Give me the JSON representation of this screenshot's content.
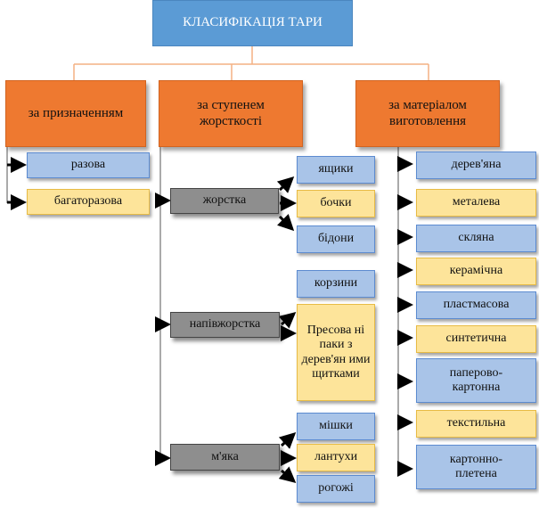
{
  "title": "КЛАСИФІКАЦІЯ ТАРИ",
  "categories": {
    "purpose": {
      "label": "за призначенням",
      "items": [
        "разова",
        "багаторазова"
      ]
    },
    "rigidity": {
      "label": "за ступенем жорсткості",
      "groups": [
        {
          "label": "жорстка",
          "items": [
            "ящики",
            "бочки",
            "бідони"
          ]
        },
        {
          "label": "напівжорстка",
          "items": [
            "корзини",
            "Пресова ні паки з дерев'ян ими щитками"
          ]
        },
        {
          "label": "м'яка",
          "items": [
            "мішки",
            "лантухи",
            "рогожі"
          ]
        }
      ]
    },
    "material": {
      "label": "за матеріалом виготовлення",
      "items": [
        "дерев'яна",
        "металева",
        "скляна",
        "керамічна",
        "пластмасова",
        "синтетична",
        "паперово-картонна",
        "текстильна",
        "картонно-плетена"
      ]
    }
  },
  "colors": {
    "title_fill": "#5b9bd5",
    "category_fill": "#ee7930",
    "blue_fill": "#a9c4e8",
    "yellow_fill": "#fde49a",
    "group_fill": "#8e8e8e",
    "connector": "#f4b183",
    "arrow": "#000000"
  }
}
